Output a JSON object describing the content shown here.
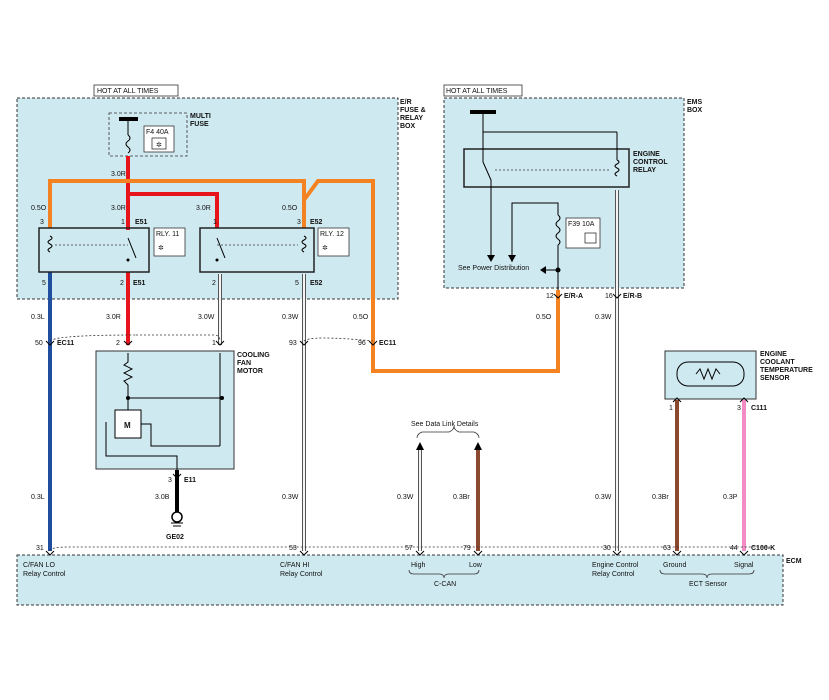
{
  "colors": {
    "box_fill": "#cfe9f0",
    "red": "#e8141b",
    "orange": "#f58220",
    "blue": "#1f4e9e",
    "brown": "#8b4a2f",
    "pink": "#f28cc4",
    "white_wire": "#f4f4f4"
  },
  "er_box": {
    "hot_label": "HOT AT ALL TIMES",
    "title_lines": [
      "E/R",
      "FUSE &",
      "RELAY",
      "BOX"
    ],
    "multi_fuse_lines": [
      "MULTI",
      "FUSE"
    ],
    "fuse_label": "F4 40A",
    "relay11": "RLY. 11",
    "relay12": "RLY. 12"
  },
  "ems_box": {
    "hot_label": "HOT AT ALL TIMES",
    "title_lines": [
      "EMS",
      "BOX"
    ],
    "relay_lines": [
      "ENGINE",
      "CONTROL",
      "RELAY"
    ],
    "fuse_label": "F39 10A",
    "power_dist": "See Power Distribution",
    "conn_a": "E/R-A",
    "conn_b": "E/R-B"
  },
  "motor": {
    "title_lines": [
      "COOLING",
      "FAN",
      "MOTOR"
    ],
    "m": "M",
    "ground": "GE02",
    "conn": "E11"
  },
  "sensor": {
    "title_lines": [
      "ENGINE",
      "COOLANT",
      "TEMPERATURE",
      "SENSOR"
    ],
    "conn": "C111"
  },
  "ecm": {
    "label": "ECM",
    "conn": "C100-K",
    "data_link": "See Data Link Details",
    "can": "C-CAN",
    "high": "High",
    "low": "Low",
    "ect": "ECT Sensor",
    "ground": "Ground",
    "signal": "Signal",
    "lo_lines": [
      "C/FAN LO",
      "Relay Control"
    ],
    "hi_lines": [
      "C/FAN HI",
      "Relay Control"
    ],
    "ecr_lines": [
      "Engine Control",
      "Relay Control"
    ]
  },
  "pins": {
    "p1": "1",
    "p2": "2",
    "p3": "3",
    "p5": "5",
    "p12": "12",
    "p16": "16",
    "p30": "30",
    "p31": "31",
    "p44": "44",
    "p50": "50",
    "p53": "53",
    "p57": "57",
    "p63": "63",
    "p79": "79",
    "p93": "93",
    "p96": "96"
  },
  "connectors": {
    "e51": "E51",
    "e52": "E52",
    "ec11": "EC11"
  },
  "wires": {
    "w30r": "3.0R",
    "w05o": "0.5O",
    "w03l": "0.3L",
    "w30w": "3.0W",
    "w03w": "0.3W",
    "w30b": "3.0B",
    "w03br": "0.3Br",
    "w03p": "0.3P"
  }
}
